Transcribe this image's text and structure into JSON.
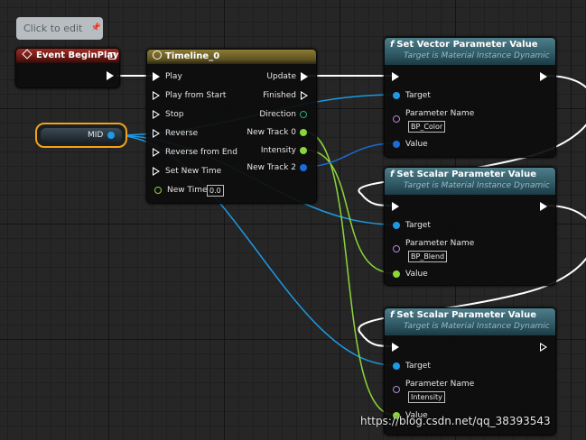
{
  "tooltip": {
    "text": "Click to edit"
  },
  "colors": {
    "exec": "#ffffff",
    "object": "#1d9ae6",
    "float": "#8bd63a",
    "name": "#b188d4",
    "linear_color": "#1d6bd6",
    "selection": "#f2a21a"
  },
  "event_node": {
    "title": "Event BeginPlay",
    "icon": "diamond-event-icon"
  },
  "timeline_node": {
    "title": "Timeline_0",
    "icon": "clock-icon",
    "inputs": [
      "Play",
      "Play from Start",
      "Stop",
      "Reverse",
      "Reverse from End",
      "Set New Time"
    ],
    "new_time_label": "New Time",
    "new_time_value": "0.0",
    "outputs": [
      "Update",
      "Finished",
      "Direction",
      "New Track 0",
      "Intensity",
      "New Track 2"
    ]
  },
  "mid_node": {
    "label": "MID"
  },
  "vector_node": {
    "title": "Set Vector Parameter Value",
    "subtitle": "Target is Material Instance Dynamic",
    "target_label": "Target",
    "param_label": "Parameter Name",
    "param_value": "BP_Color",
    "value_label": "Value"
  },
  "scalar_node_1": {
    "title": "Set Scalar Parameter Value",
    "subtitle": "Target is Material Instance Dynamic",
    "target_label": "Target",
    "param_label": "Parameter Name",
    "param_value": "BP_Blend",
    "value_label": "Value"
  },
  "scalar_node_2": {
    "title": "Set Scalar Parameter Value",
    "subtitle": "Target is Material Instance Dynamic",
    "target_label": "Target",
    "param_label": "Parameter Name",
    "param_value": "Intensity",
    "value_label": "Value"
  },
  "watermark": {
    "text": "https://blog.csdn.net/qq_38393543"
  }
}
